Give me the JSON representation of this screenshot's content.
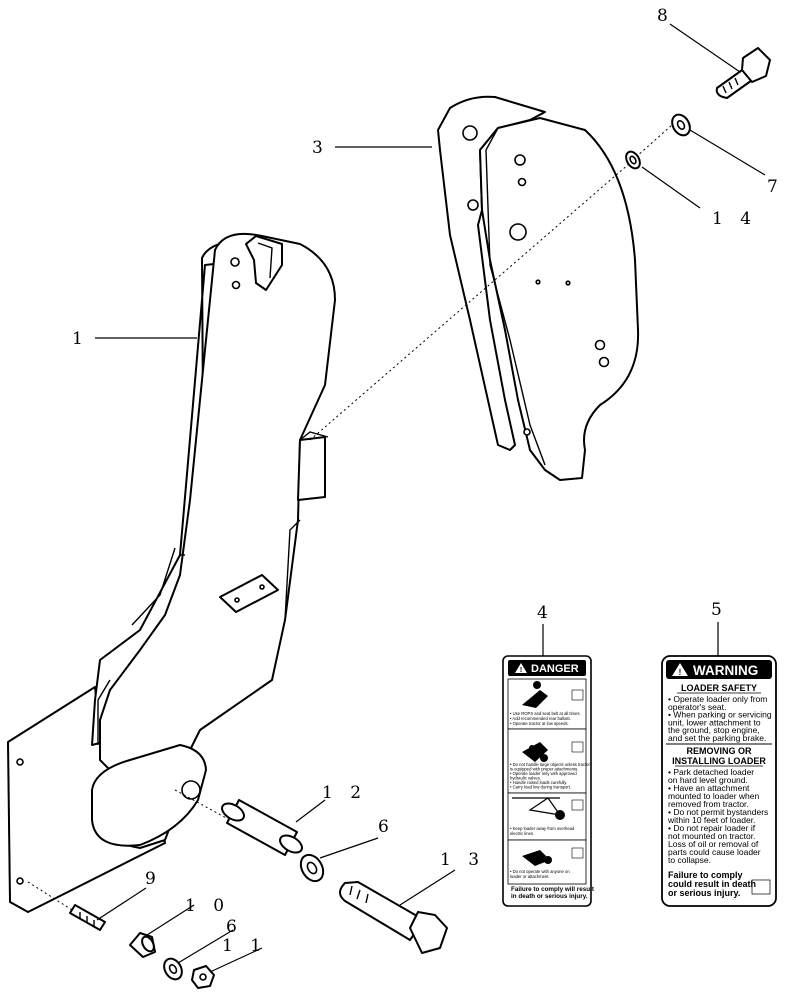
{
  "callouts": {
    "c1": "1",
    "c3": "3",
    "c4": "4",
    "c5": "5",
    "c6a": "6",
    "c6b": "6",
    "c7": "7",
    "c8": "8",
    "c9": "9",
    "c10": "1 0",
    "c11": "1 1",
    "c12": "1 2",
    "c13": "1 3",
    "c14": "1 4"
  },
  "danger_decal": {
    "header": "DANGER",
    "section1": [
      "• Use ROPS and seat belt at all times.",
      "• Add recommended rear ballast.",
      "• Operate tractor at low speeds."
    ],
    "section2": [
      "• Do not handle large objects unless tractor",
      "  is equipped with proper attachments.",
      "• Operate loader only with approved",
      "  hydraulic valves.",
      "• Handle raised loads carefully.",
      "• Carry load low during transport."
    ],
    "section3": [
      "• Keep loader away from overhead",
      "  electric lines."
    ],
    "section4": [
      "• Do not operate with anyone on",
      "  loader or attachment."
    ],
    "footer": [
      "Failure to comply will result",
      "in death or serious injury."
    ]
  },
  "warning_decal": {
    "header": "WARNING",
    "title1": "LOADER SAFETY",
    "items1": [
      "• Operate loader only from",
      "  operator's seat.",
      "• When parking or servicing",
      "  unit, lower attachment to",
      "  the ground, stop engine,",
      "  and set the parking brake."
    ],
    "title2": [
      "REMOVING OR",
      "INSTALLING LOADER"
    ],
    "items2": [
      "• Park detached loader",
      "  on hard level ground.",
      "• Have an attachment",
      "  mounted to loader when",
      "  removed from tractor.",
      "• Do not permit bystanders",
      "  within 10 feet of loader.",
      "• Do not repair loader if",
      "  not mounted on tractor.",
      "  Loss of oil or removal of",
      "  parts could cause loader",
      "  to collapse."
    ],
    "footer": [
      "Failure to comply",
      "could result in death",
      "or serious injury."
    ]
  }
}
